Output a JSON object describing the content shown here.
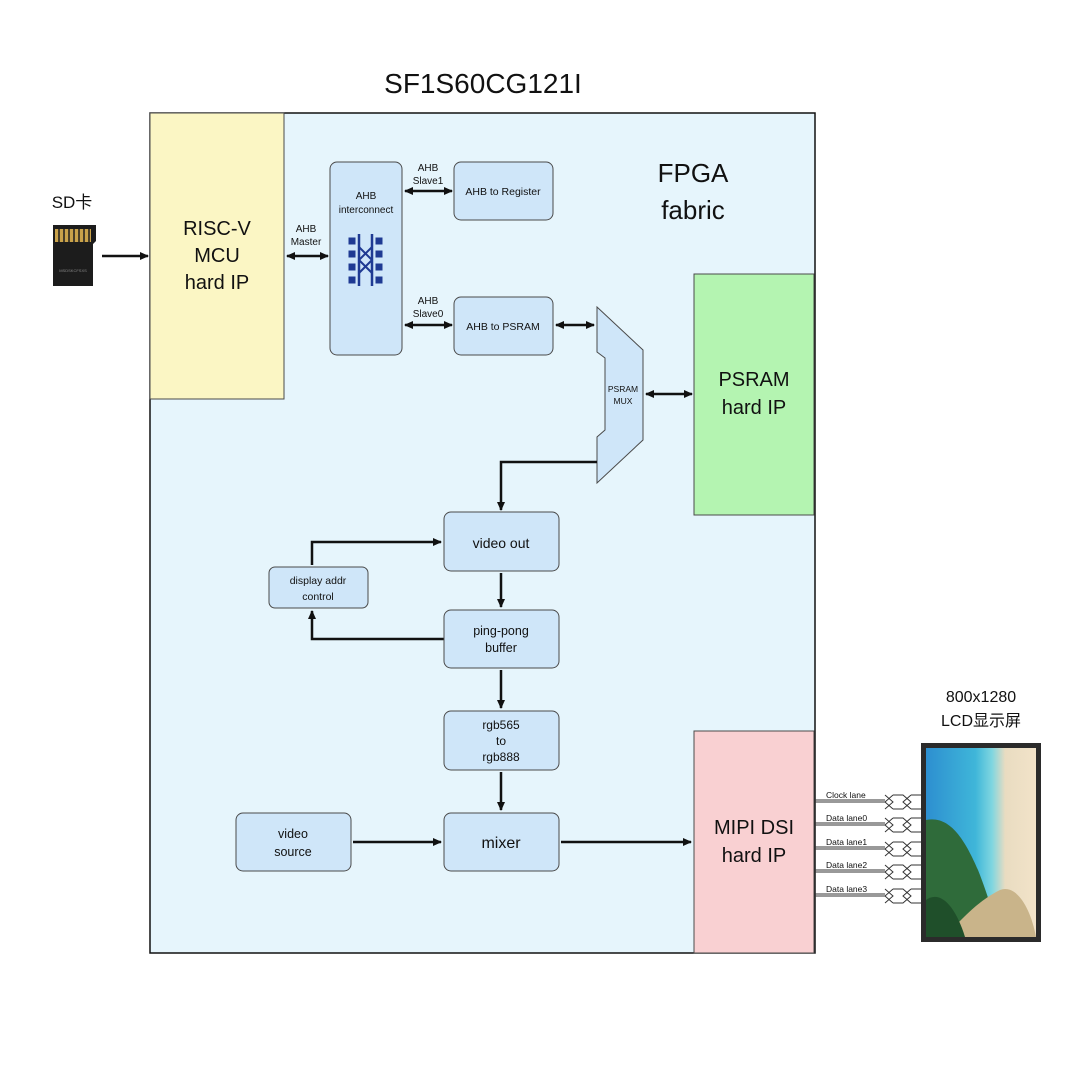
{
  "chip_title": "SF1S60CG121I",
  "fpga_label": [
    "FPGA",
    "fabric"
  ],
  "sd_card": {
    "label": "SD卡",
    "card_text": "MSDSKCFSXS"
  },
  "risc_v": [
    "RISC-V",
    "MCU",
    "hard IP"
  ],
  "ahb_master": [
    "AHB",
    "Master"
  ],
  "ahb_interconnect": [
    "AHB",
    "interconnect"
  ],
  "ahb_slave1": [
    "AHB",
    "Slave1"
  ],
  "ahb_slave0": [
    "AHB",
    "Slave0"
  ],
  "ahb_to_register": "AHB to Register",
  "ahb_to_psram": "AHB to PSRAM",
  "psram_mux": [
    "PSRAM",
    "MUX"
  ],
  "psram_ip": [
    "PSRAM",
    "hard IP"
  ],
  "video_out": "video out",
  "display_addr": [
    "display addr",
    "control"
  ],
  "ping_pong": [
    "ping-pong",
    "buffer"
  ],
  "rgb_convert": [
    "rgb565",
    "to",
    "rgb888"
  ],
  "video_source": [
    "video",
    "source"
  ],
  "mixer": "mixer",
  "mipi_dsi": [
    "MIPI DSI",
    "hard IP"
  ],
  "lcd_label": [
    "800x1280",
    "LCD显示屏"
  ],
  "lanes": [
    "Clock lane",
    "Data lane0",
    "Data lane1",
    "Data lane2",
    "Data lane3"
  ],
  "colors": {
    "fpga_fill": "#e6f5fc",
    "risc_v_fill": "#fbf6c4",
    "psram_fill": "#b4f4b1",
    "mipi_fill": "#f9d0d2",
    "block_fill": "#cfe6f9",
    "icon_blue": "#1f3a93"
  }
}
